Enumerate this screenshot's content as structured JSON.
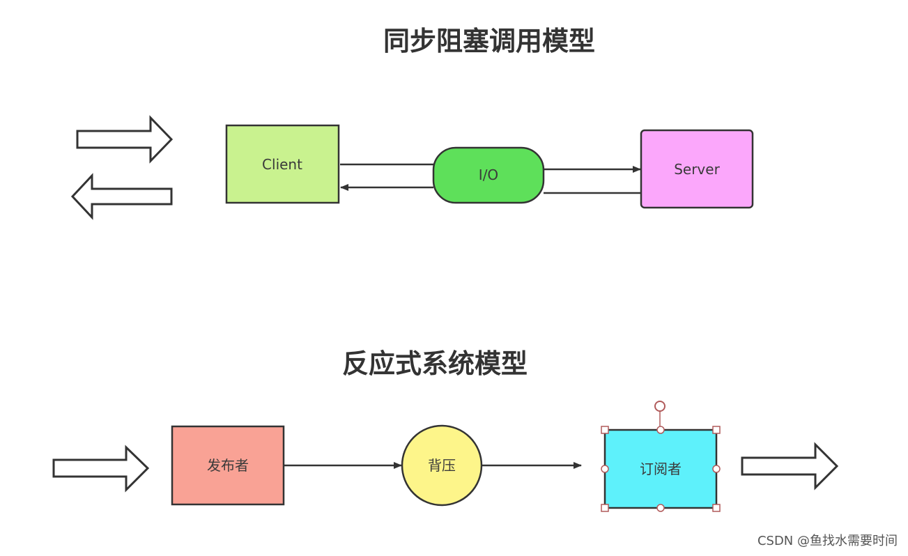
{
  "sync_model": {
    "title": "同步阻塞调用模型",
    "nodes": {
      "client": {
        "label": "Client",
        "color": "#c9f28f"
      },
      "io": {
        "label": "I/O",
        "color": "#5ee05a"
      },
      "server": {
        "label": "Server",
        "color": "#fba7fb"
      }
    }
  },
  "reactive_model": {
    "title": "反应式系统模型",
    "nodes": {
      "publisher": {
        "label": "发布者",
        "color": "#f9a295"
      },
      "backpressure": {
        "label": "背压",
        "color": "#fdf58a"
      },
      "subscriber": {
        "label": "订阅者",
        "color": "#5ef1fb"
      }
    }
  },
  "watermark": "CSDN @鱼找水需要时间"
}
